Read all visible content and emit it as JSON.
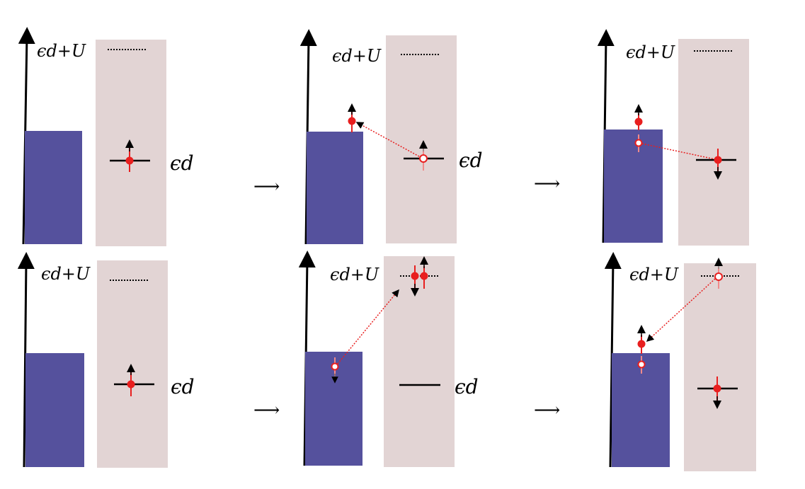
{
  "labels": {
    "upper_level": "ϵd+U",
    "lower_level": "ϵd",
    "arrow": "⟶"
  },
  "colors": {
    "conduction_band": "#55519d",
    "dot_background": "#e2d4d4",
    "electron": "#e81f1f",
    "hopping_path": "#e81f1f",
    "axis": "#000000"
  },
  "panels": [
    {
      "row": 1,
      "step": 1,
      "description_shown": false
    },
    {
      "row": 1,
      "step": 2,
      "description_shown": false
    },
    {
      "row": 1,
      "step": 3,
      "description_shown": false
    },
    {
      "row": 2,
      "step": 1,
      "description_shown": false
    },
    {
      "row": 2,
      "step": 2,
      "description_shown": false
    },
    {
      "row": 2,
      "step": 3,
      "description_shown": false
    }
  ]
}
